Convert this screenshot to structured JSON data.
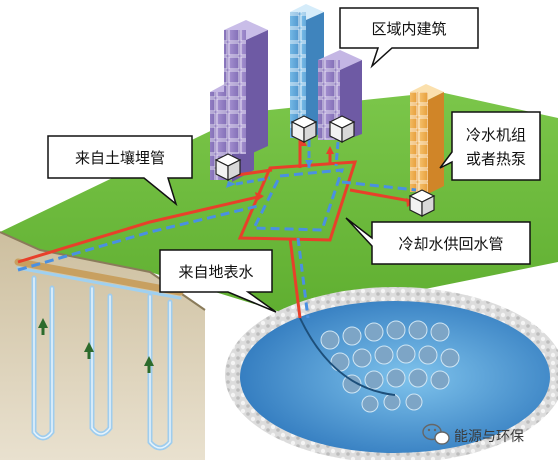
{
  "labels": {
    "buildings": "区域内建筑",
    "chiller_line1": "冷水机组",
    "chiller_line2": "或者热泵",
    "soil_pipe": "来自土壤埋管",
    "surface_water": "来自地表水",
    "cooling_pipe": "冷却水供回水管"
  },
  "watermark": "能源与环保",
  "colors": {
    "grass": "#6fbf3a",
    "supply_pipe": "#e8402a",
    "return_pipe": "#4a90e2",
    "lake": "#3f8fd0",
    "purple_building": "#9a86c8",
    "blue_building": "#6aaedc",
    "orange_building": "#f3b55a",
    "soil": "#d9ccb4"
  }
}
